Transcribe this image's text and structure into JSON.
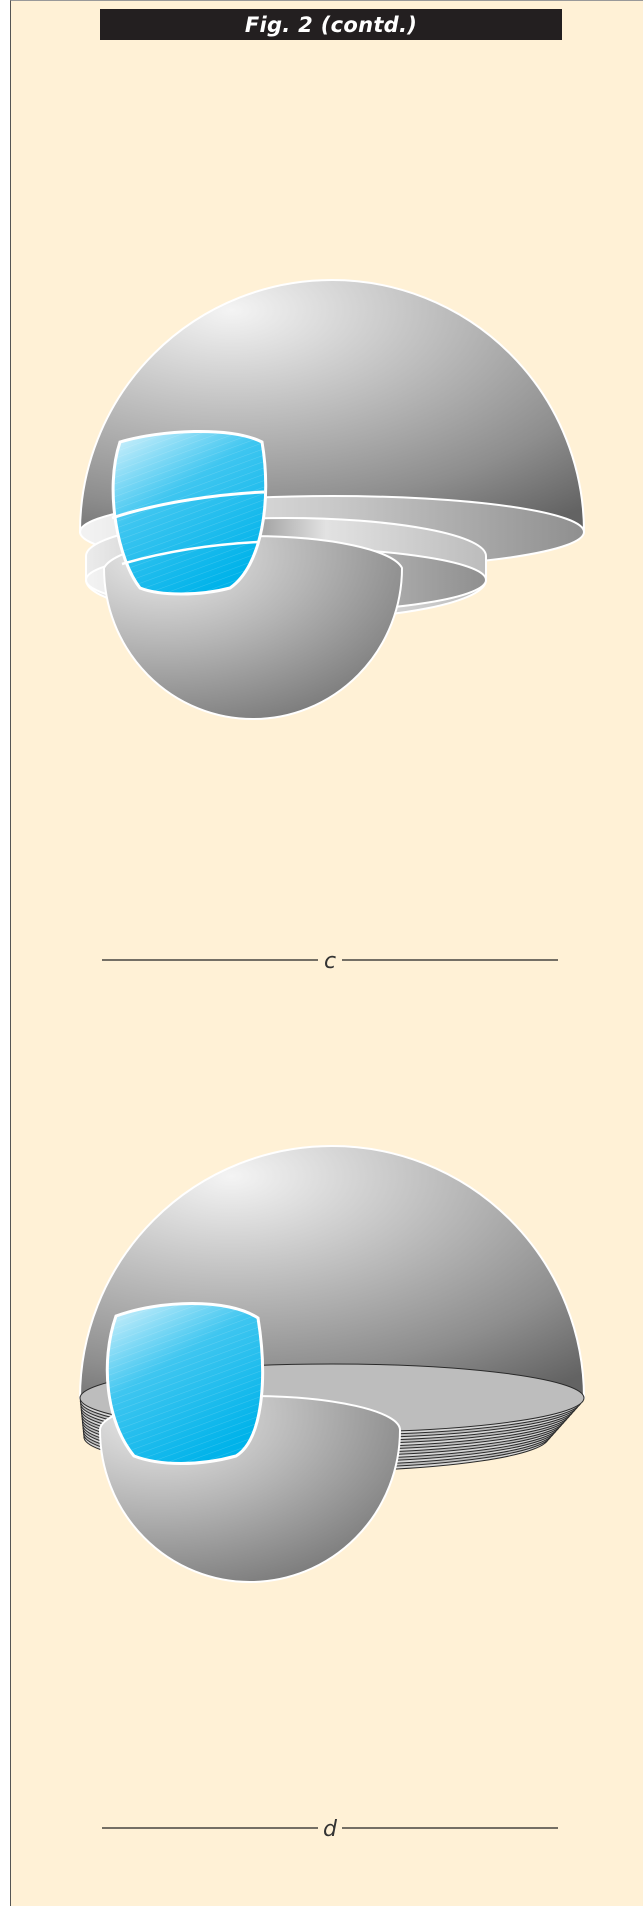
{
  "figure": {
    "title": "Fig. 2 (contd.)",
    "panels": [
      {
        "label": "c"
      },
      {
        "label": "d"
      }
    ]
  },
  "colors": {
    "background": "#fff1d6",
    "title_bar": "#231f20",
    "sphere_light": "#f2f2f2",
    "sphere_dark": "#6a6a6a",
    "lens_light": "#d8f3fc",
    "lens_dark": "#00b3ea"
  }
}
